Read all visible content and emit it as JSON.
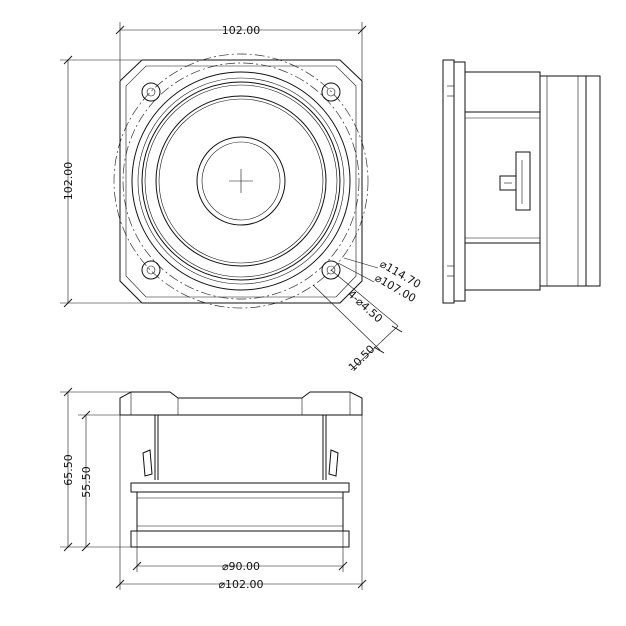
{
  "dims": {
    "top_width": "102.00",
    "left_height": "102.00",
    "dia_outer": "⌀114.70",
    "dia_bolt": "⌀107.00",
    "holes": "4-⌀4.50",
    "flange_offset": "10.50",
    "height_total": "65.50",
    "height_body": "55.50",
    "dia_magnet": "⌀90.00",
    "dia_bottom": "⌀102.00"
  }
}
